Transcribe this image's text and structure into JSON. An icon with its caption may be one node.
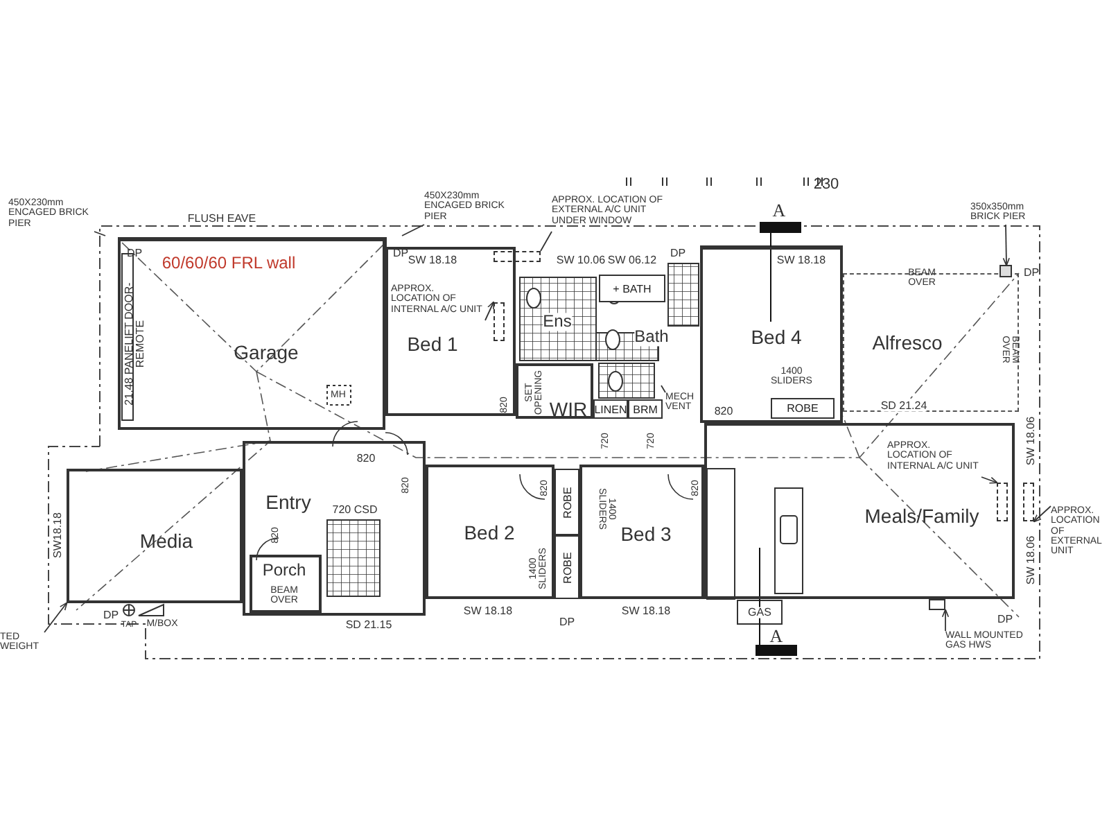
{
  "diagram": {
    "nodes": [
      {
        "text": [
          "Garage"
        ]
      },
      {
        "text": [
          "Bed 1"
        ]
      },
      {
        "text": [
          "WIR"
        ]
      },
      {
        "text": [
          "+ BATH"
        ]
      },
      {
        "text": [
          "LINEN"
        ]
      },
      {
        "text": [
          "BRM"
        ]
      },
      {
        "text": [
          "Bed 4"
        ]
      },
      {
        "text": [
          "ROBE"
        ],
        "in": 6
      },
      {
        "text": [
          "Alfresco"
        ]
      },
      {
        "text": [
          "Media"
        ]
      },
      {
        "text": [
          "Entry"
        ]
      },
      {
        "text": [
          "Porch"
        ],
        "in": 10
      },
      {
        "text": [
          "Bed 2"
        ]
      },
      {
        "text": [
          "ROBE"
        ]
      },
      {
        "text": [
          "ROBE"
        ]
      },
      {
        "text": [
          "Bed 3"
        ]
      },
      {
        "text": [
          "Meals/Family"
        ]
      },
      {
        "text": [
          "450X230mm ENCAGED BRICK PIER"
        ]
      },
      {
        "text": [
          "450X230mm ENCAGED BRICK PIER"
        ]
      },
      {
        "text": [
          "APPROX. LOCATION OF EXTERNAL A/C UNIT UNDER WINDOW"
        ]
      },
      {
        "text": [
          "APPROX. LOCATION OF INTERNAL A/C UNIT"
        ],
        "in": 1
      },
      {
        "text": [
          "350x350mm BRICK PIER"
        ]
      },
      {
        "text": [
          "MECH VENT"
        ]
      },
      {
        "text": [
          "APPROX. LOCATION OF INTERNAL A/C UNIT"
        ],
        "in": 16
      },
      {
        "text": [
          "APPROX. LOCATION OF EXTERNAL UNIT"
        ]
      },
      {
        "text": [
          "WALL MOUNTED GAS HWS"
        ]
      },
      {
        "text": [
          "TED WEIGHT"
        ]
      },
      {
        "text": [],
        "shape": "box"
      },
      {
        "text": [],
        "shape": "box",
        "in": 1
      },
      {
        "text": [],
        "shape": "box"
      },
      {
        "text": [],
        "shape": "box",
        "in": 16
      },
      {
        "text": [],
        "shape": "box"
      },
      {
        "text": [],
        "shape": "box"
      }
    ],
    "edges": [
      {
        "from": 17,
        "to": null,
        "arrow": "none"
      },
      {
        "from": 18,
        "to": null,
        "arrow": "none"
      },
      {
        "from": 19,
        "to": 27,
        "arrow": "none"
      },
      {
        "from": 20,
        "to": 28,
        "arrow": "to"
      },
      {
        "from": 21,
        "to": 29,
        "arrow": "to"
      },
      {
        "from": 22,
        "to": null,
        "arrow": "none"
      },
      {
        "from": 23,
        "to": 30,
        "arrow": "to"
      },
      {
        "from": 24,
        "to": 31,
        "arrow": "to"
      },
      {
        "from": 25,
        "to": 32,
        "arrow": "to"
      },
      {
        "from": 26,
        "to": 9,
        "arrow": "to"
      }
    ],
    "labels": [
      "230",
      "A",
      "FLUSH EAVE",
      "DP",
      "60/60/60 FRL wall",
      "DP",
      "SW 18.18",
      "SW 10.06",
      "SW 06.12",
      "DP",
      "SW 18.18",
      "BEAM OVER",
      "DP",
      "Ens",
      "Bath",
      "21.48 PANELIFT DOOR- REMOTE",
      "BEAM OVER",
      "1400 SLIDERS",
      "SET OPENING",
      "MH",
      "820",
      "820",
      "SD 21.24",
      "720",
      "720",
      "SW 18.06",
      "820",
      "820",
      "820",
      "820",
      "1400 SLIDERS",
      "720 CSD",
      "SW18.18",
      "820",
      "1400 SLIDERS",
      "SW 18.06",
      "BEAM OVER",
      "DP",
      "TAP",
      "M/BOX",
      "SD 21.15",
      "SW 18.18",
      "DP",
      "SW 18.18",
      "GAS",
      "DP",
      "A"
    ]
  }
}
